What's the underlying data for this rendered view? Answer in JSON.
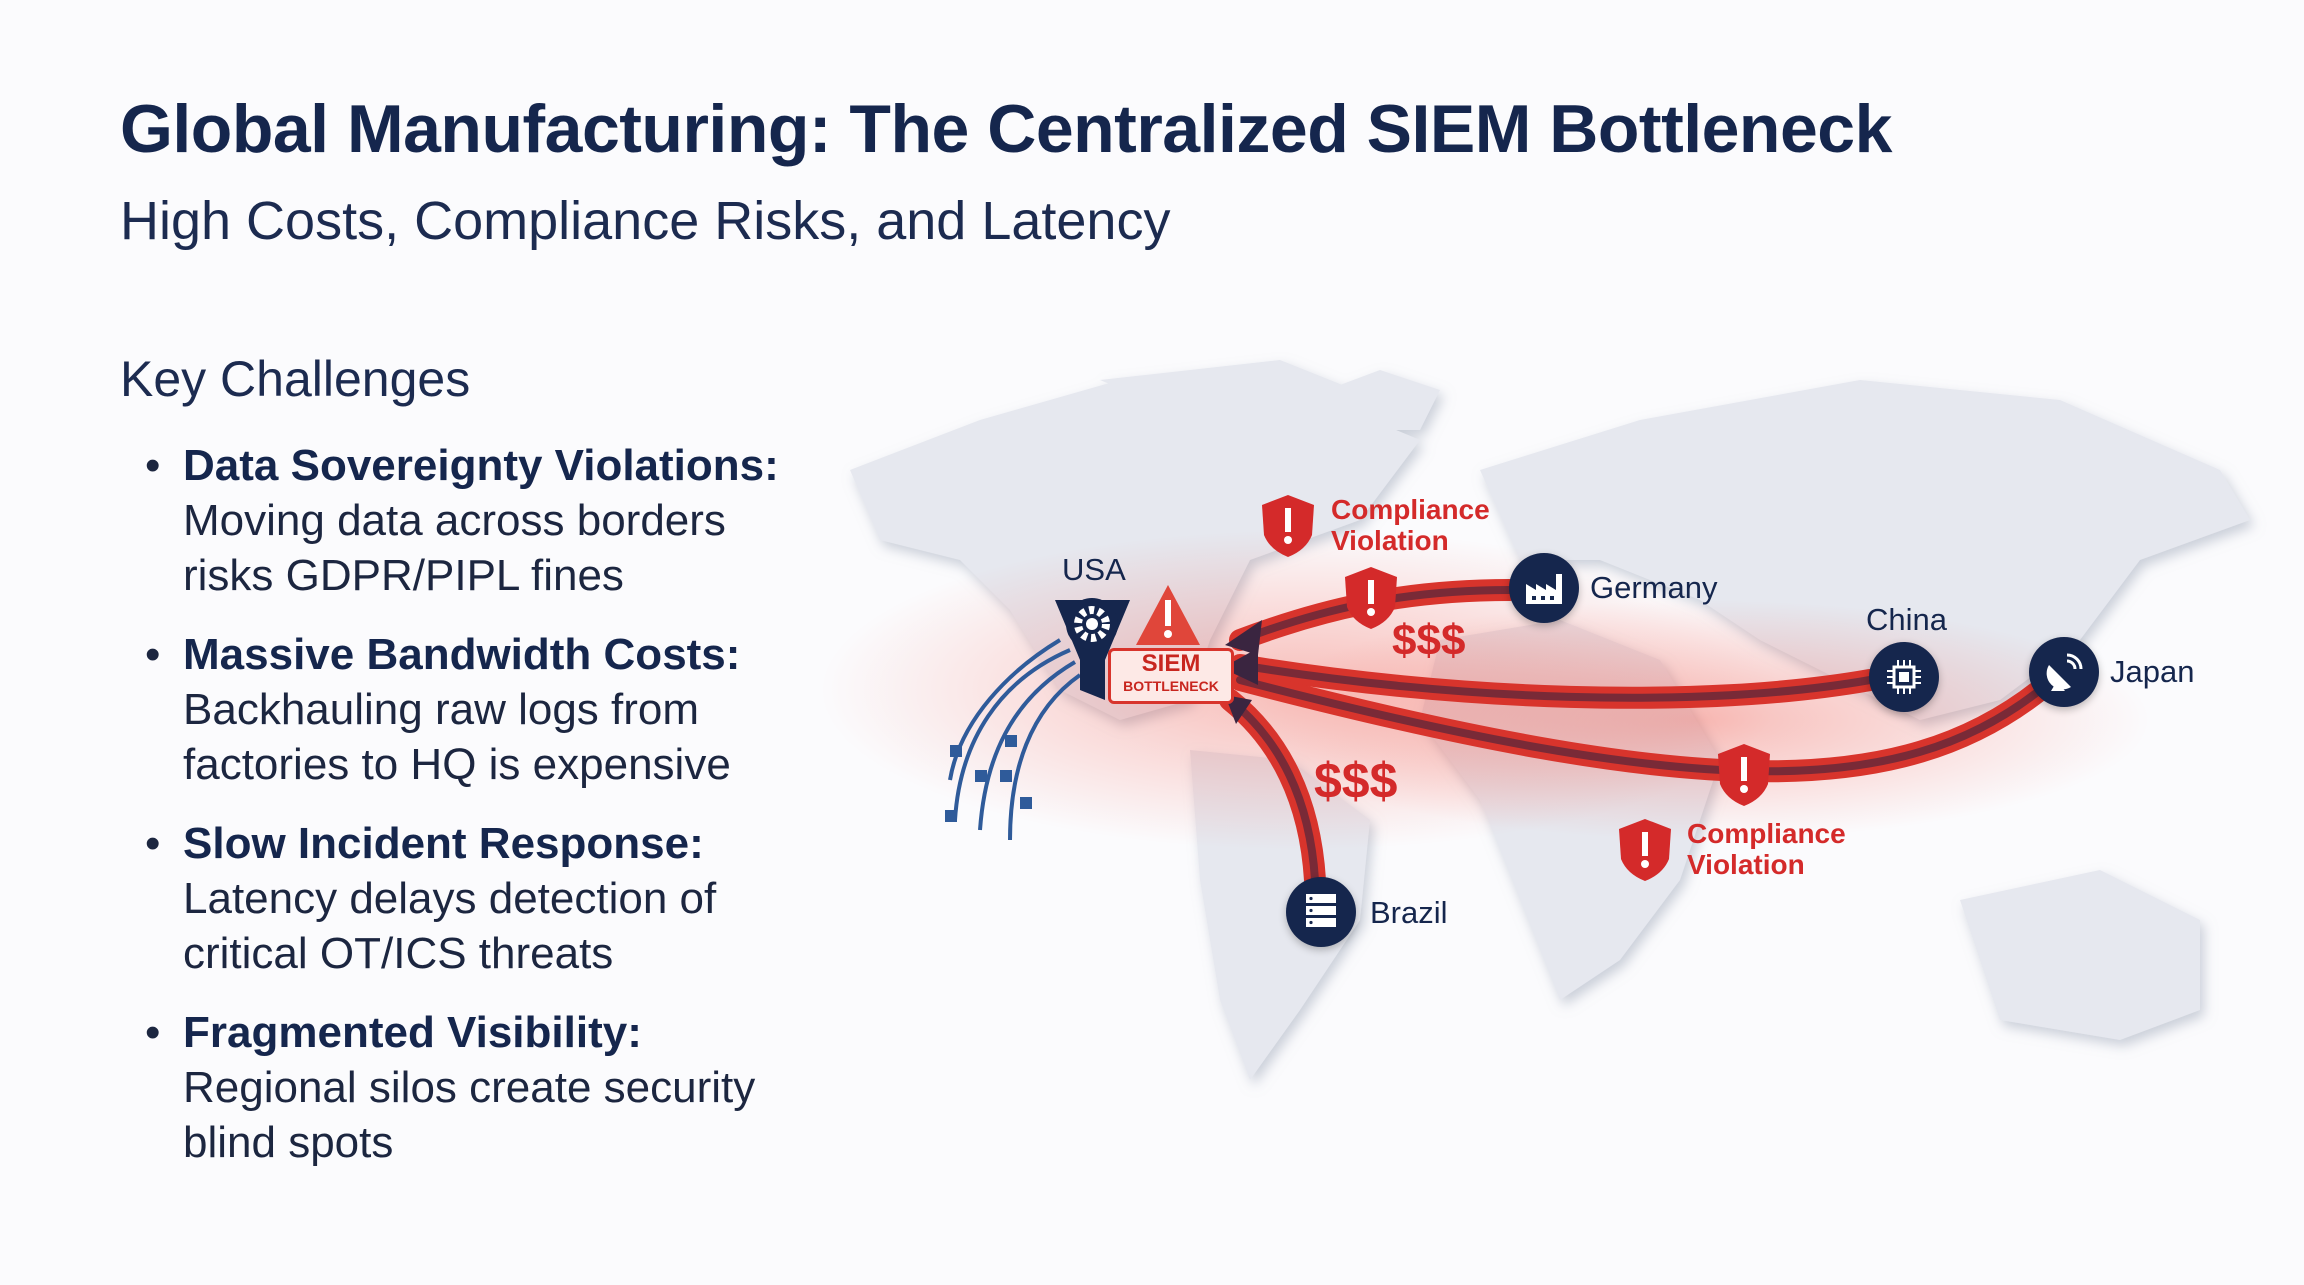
{
  "header": {
    "title": "Global Manufacturing: The Centralized SIEM Bottleneck",
    "subtitle": "High Costs, Compliance Risks, and Latency"
  },
  "challenges": {
    "heading": "Key Challenges",
    "items": [
      {
        "title": "Data Sovereignty Violations:",
        "text": "Moving data across borders risks GDPR/PIPL fines"
      },
      {
        "title": "Massive Bandwidth Costs:",
        "text": "Backhauling raw logs from factories to HQ is expensive"
      },
      {
        "title": "Slow Incident Response:",
        "text": "Latency delays detection of critical OT/ICS threats"
      },
      {
        "title": "Fragmented Visibility:",
        "text": "Regional silos create security blind spots"
      }
    ]
  },
  "map": {
    "hub": {
      "label": "USA",
      "box_title": "SIEM",
      "box_sub": "BOTTLENECK"
    },
    "sites": [
      {
        "label": "Germany",
        "icon": "factory-icon"
      },
      {
        "label": "China",
        "icon": "chip-icon"
      },
      {
        "label": "Japan",
        "icon": "satellite-dish-icon"
      },
      {
        "label": "Brazil",
        "icon": "server-icon"
      }
    ],
    "violation_line1": "Compliance",
    "violation_line2": "Violation",
    "cost": "$$$",
    "colors": {
      "navy": "#15264d",
      "red": "#d42a2a"
    }
  }
}
